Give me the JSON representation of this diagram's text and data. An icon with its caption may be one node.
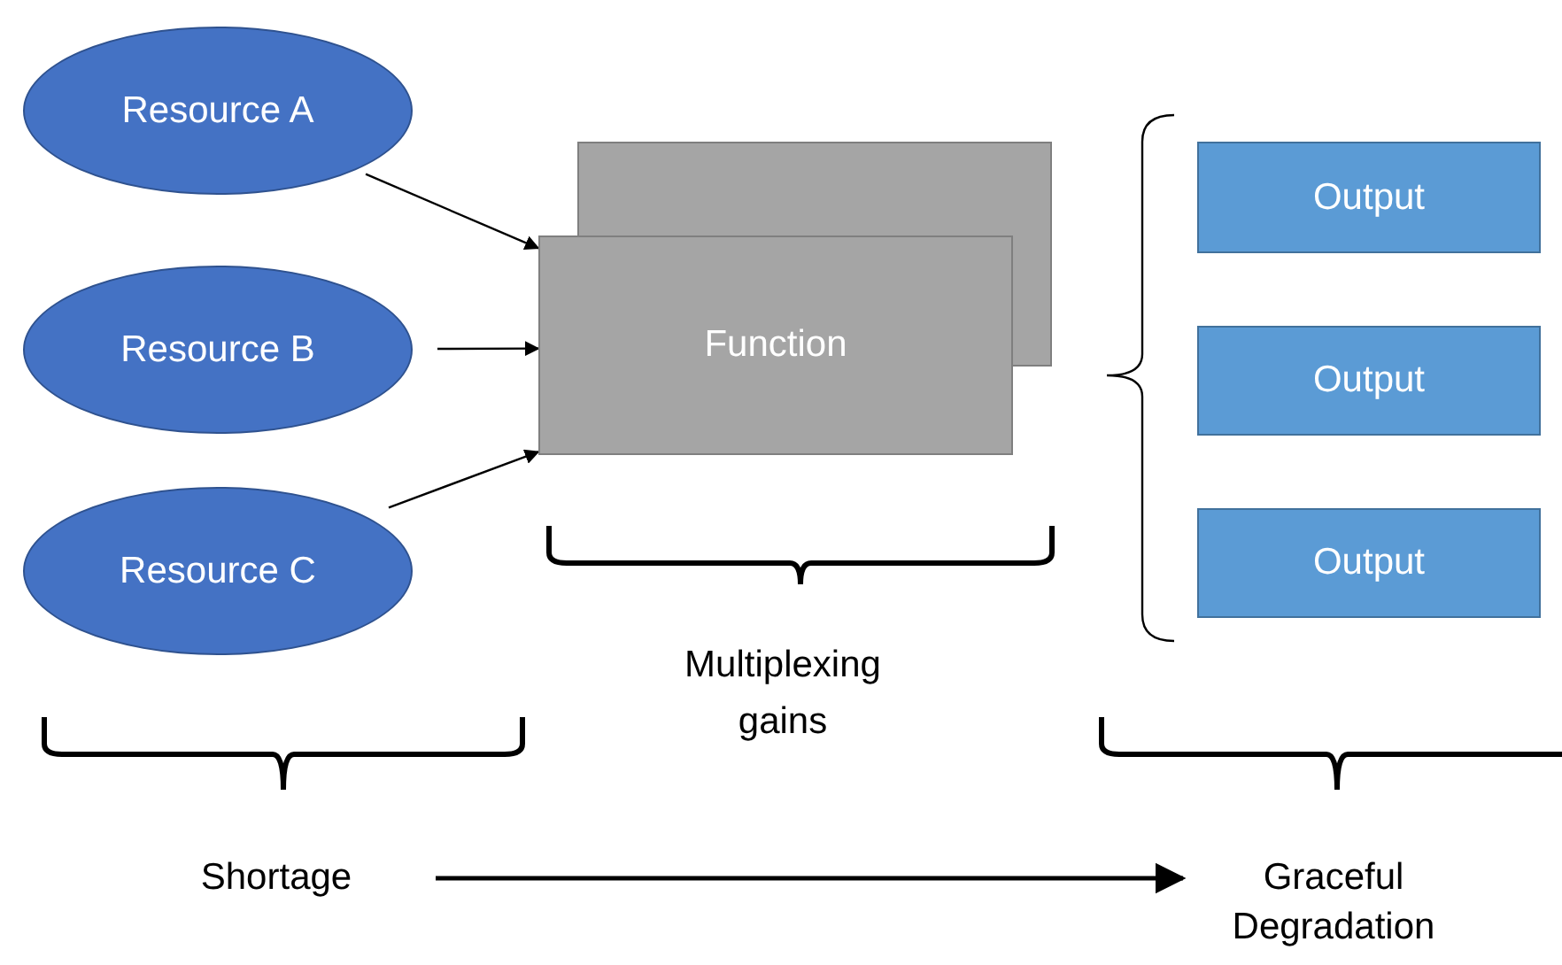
{
  "diagram": {
    "nodes": [
      {
        "text": [
          "Resource A"
        ]
      },
      {
        "text": [
          "Resource B"
        ]
      },
      {
        "text": [
          "Resource C"
        ]
      },
      {
        "text": [
          "Function"
        ]
      },
      {
        "text": [
          "Output"
        ]
      },
      {
        "text": [
          "Output"
        ]
      },
      {
        "text": [
          "Output"
        ]
      },
      {
        "text": [
          "Shortage"
        ]
      },
      {
        "text": [
          "Graceful Degradation"
        ]
      }
    ],
    "edges": [
      {
        "from": 0,
        "to": 3,
        "arrow": "to"
      },
      {
        "from": 1,
        "to": 3,
        "arrow": "to"
      },
      {
        "from": 2,
        "to": 3,
        "arrow": "to"
      },
      {
        "from": 7,
        "to": 8,
        "arrow": "to"
      }
    ],
    "labels": [
      "Multiplexing gains"
    ]
  }
}
